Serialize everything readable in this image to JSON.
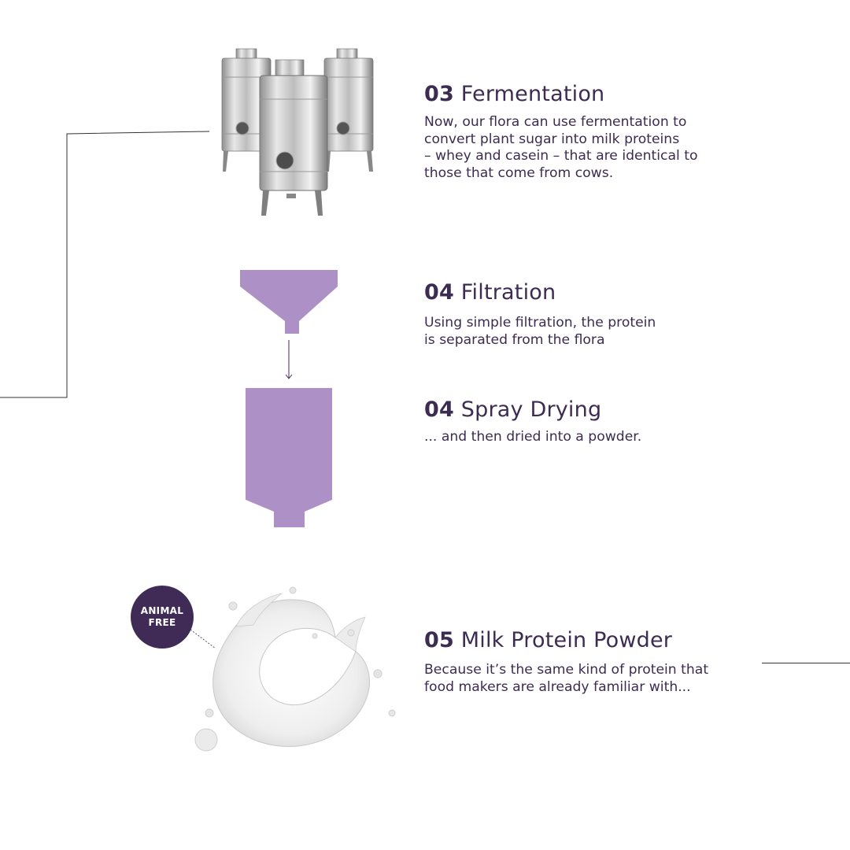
{
  "colors": {
    "text": "#3d2c52",
    "accent_purple": "#ad90c5",
    "badge_bg": "#3f2b55",
    "line": "#333333"
  },
  "steps": [
    {
      "number": "03",
      "name": "Fermentation",
      "lines": [
        "Now, our flora can use fermentation to",
        "convert plant sugar into milk proteins",
        "– whey and casein – that are identical to",
        "those that come from cows."
      ],
      "icon": "fermentation-tanks-icon"
    },
    {
      "number": "04",
      "name": "Filtration",
      "lines": [
        "Using simple filtration, the protein",
        "is separated from the flora"
      ],
      "icon": "funnel-icon"
    },
    {
      "number": "04",
      "name": "Spray Drying",
      "lines": [
        "... and then dried into a powder."
      ],
      "icon": "spray-dryer-icon"
    },
    {
      "number": "05",
      "name": "Milk Protein Powder",
      "lines": [
        "Because it’s the same kind of protein that",
        "food makers are already familiar with..."
      ],
      "icon": "milk-splash-icon"
    }
  ],
  "badge": {
    "line1": "ANIMAL",
    "line2": "FREE"
  }
}
